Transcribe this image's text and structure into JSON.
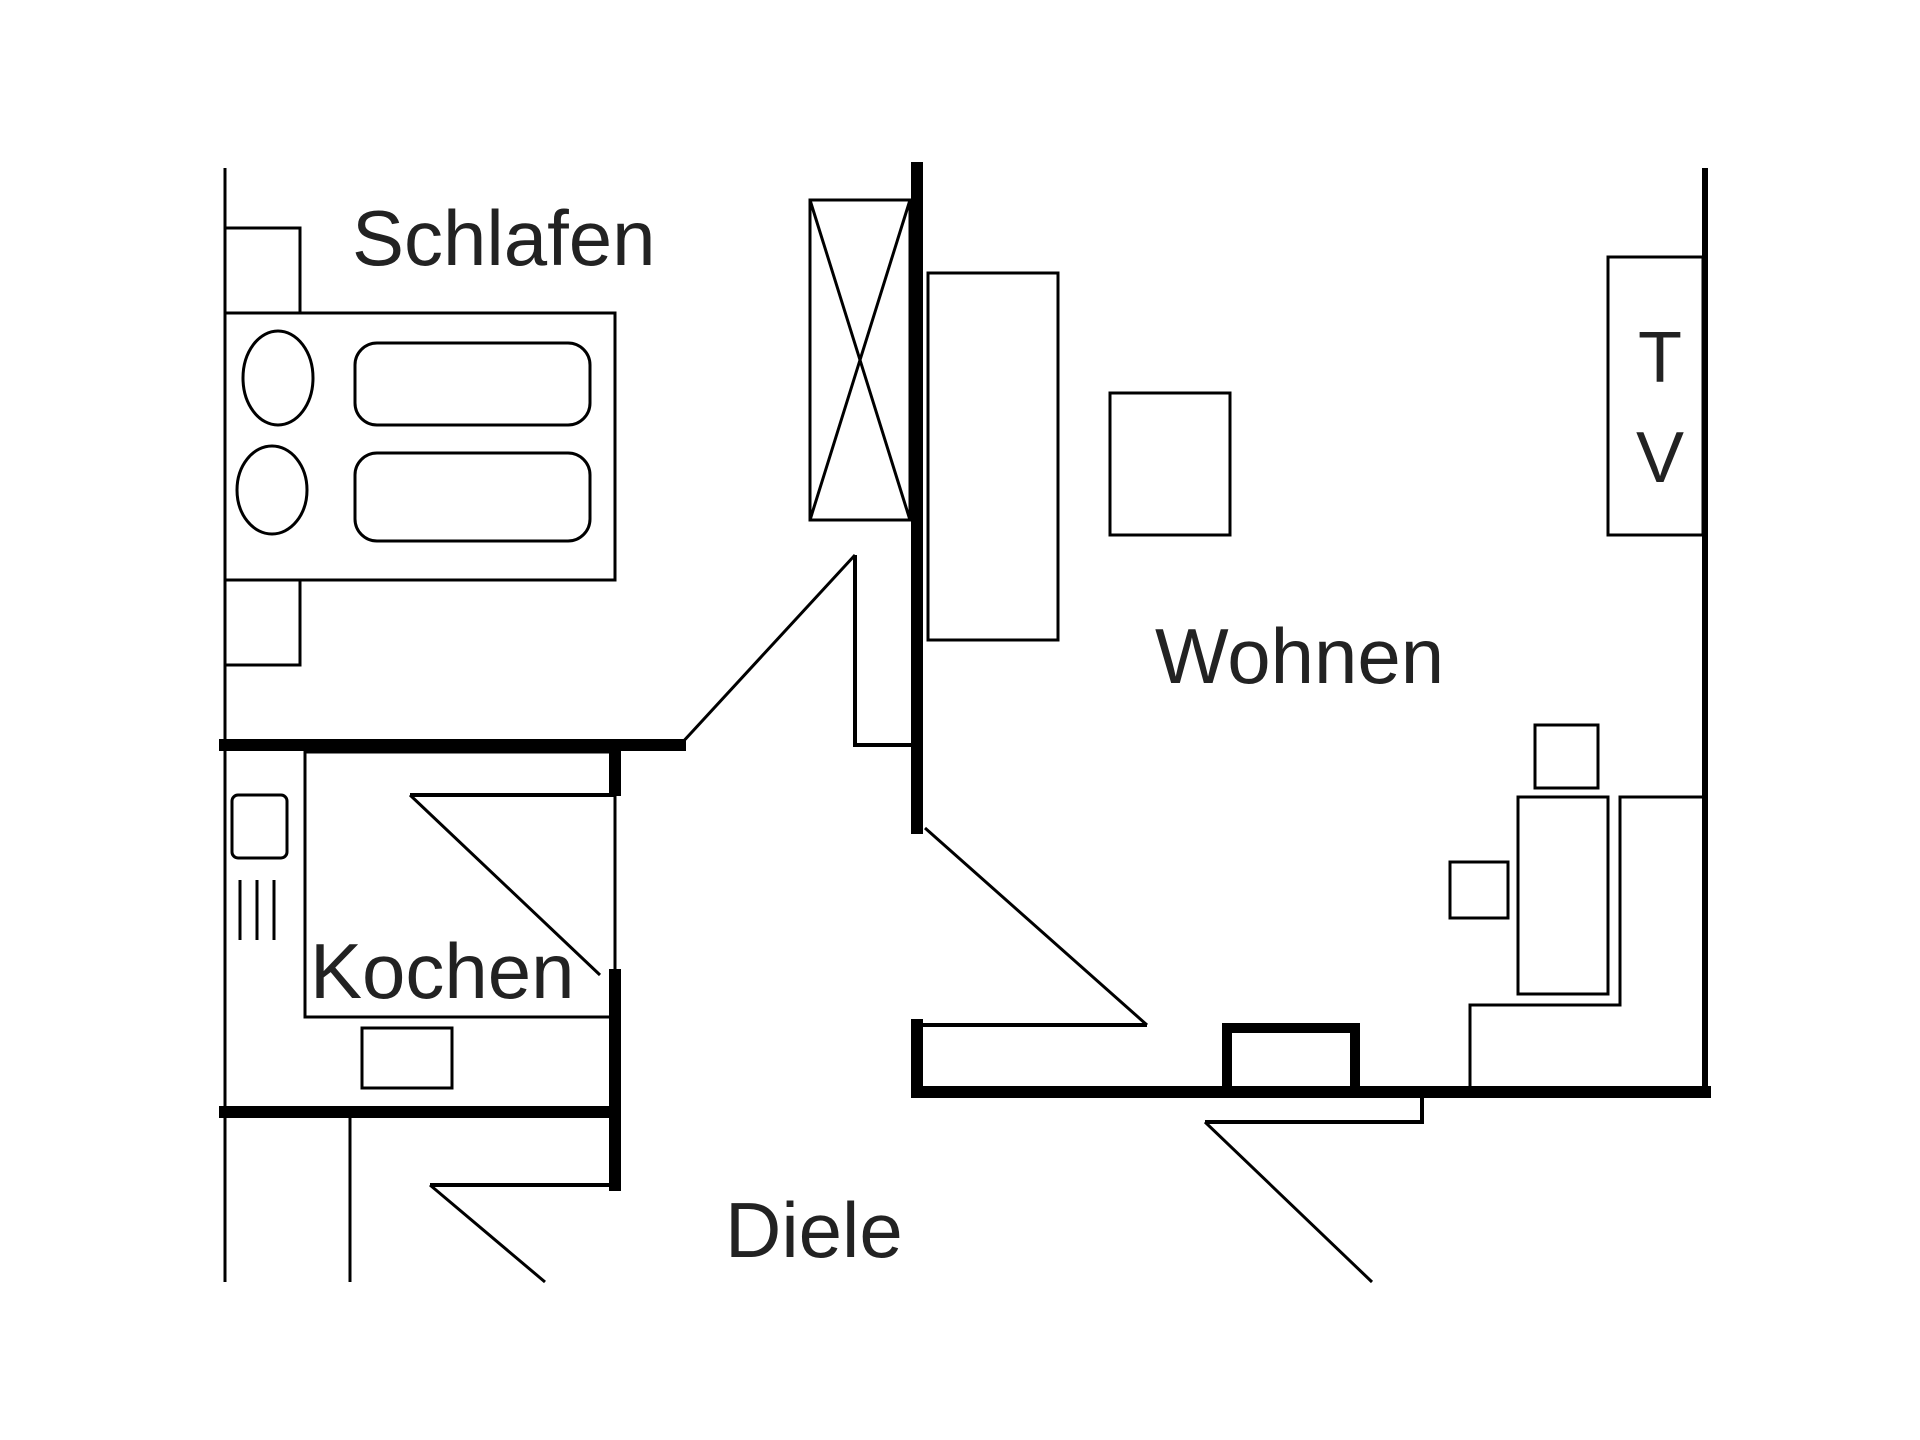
{
  "diagram": {
    "kind": "floor-plan",
    "rooms": {
      "schlafen": "Schlafen",
      "wohnen": "Wohnen",
      "kochen": "Kochen",
      "diele": "Diele"
    },
    "tv_label": {
      "line1": "T",
      "line2": "V"
    },
    "colors": {
      "line": "#000000",
      "text": "#222222",
      "background": "#ffffff"
    }
  }
}
